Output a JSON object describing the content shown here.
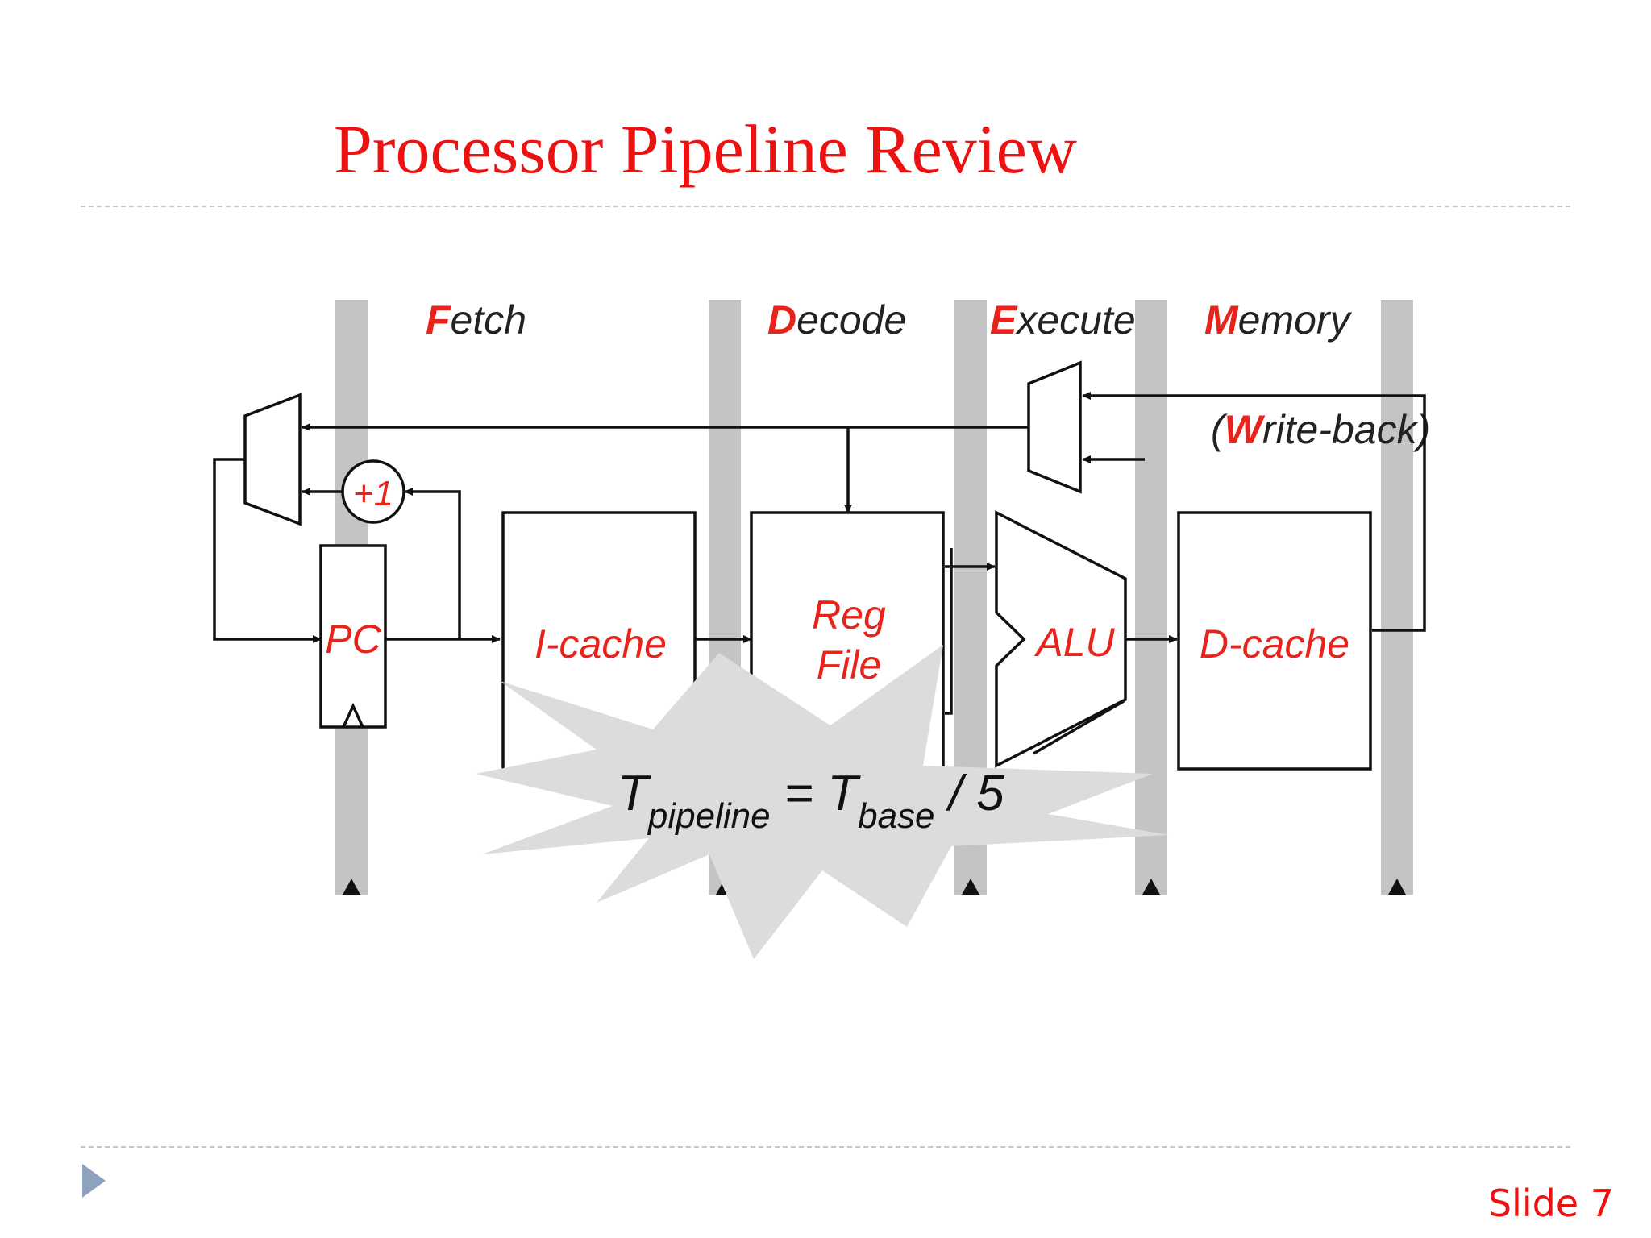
{
  "slide": {
    "title": "Processor Pipeline Review",
    "slide_number": "Slide 7"
  },
  "diagram": {
    "stages": [
      {
        "initial": "F",
        "rest": "etch"
      },
      {
        "initial": "D",
        "rest": "ecode"
      },
      {
        "initial": "E",
        "rest": "xecute"
      },
      {
        "initial": "M",
        "rest": "emory"
      }
    ],
    "writeback": {
      "open": "(",
      "initial": "W",
      "rest": "rite-back)"
    },
    "components": {
      "pc": "PC",
      "increment": "+1",
      "icache": "I-cache",
      "regfile_line1": "Reg",
      "regfile_line2": "File",
      "alu": "ALU",
      "dcache": "D-cache"
    },
    "formula": {
      "t1": "T",
      "sub1": "pipeline",
      "equals": " = ",
      "t2": "T",
      "sub2": "base",
      "tail": " / 5"
    }
  },
  "colors": {
    "title": "#ee1111",
    "stage_initial": "#e8231b",
    "pipeline_bar": "#c4c4c7",
    "starburst": "#dcdcde",
    "bullet": "#8ea2be"
  }
}
